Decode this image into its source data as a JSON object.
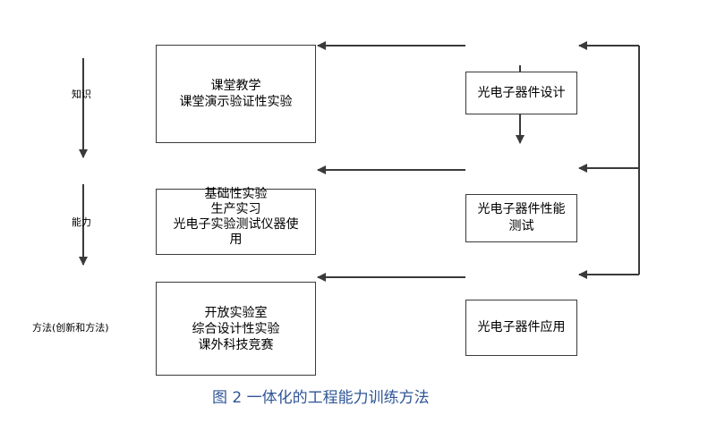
{
  "diagram": {
    "left_axis_labels": [
      "知识",
      "能力",
      "方法(创新和方法)"
    ],
    "left_boxes": [
      [
        "课堂教学",
        "课堂演示验证性实验"
      ],
      [
        "基础性实验",
        "生产实习",
        "光电子实验测试仪器使",
        "用"
      ],
      [
        "开放实验室",
        "综合设计性实验",
        "课外科技竞赛"
      ]
    ],
    "right_boxes": [
      [
        "光电子器件设计"
      ],
      [
        "光电子器件性能",
        "测试"
      ],
      [
        "光电子器件应用"
      ]
    ],
    "caption": "图 2   一体化的工程能力训练方法"
  },
  "colors": {
    "line": "#3a3a3a",
    "caption": "#2f5597"
  }
}
